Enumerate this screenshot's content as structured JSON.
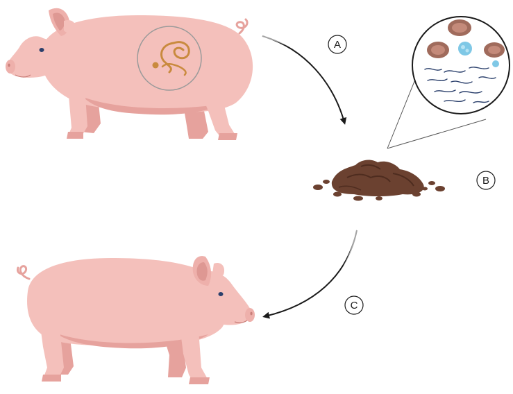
{
  "steps": [
    {
      "id": "A",
      "label": "A"
    },
    {
      "id": "B",
      "label": "B"
    },
    {
      "id": "C",
      "label": "C"
    }
  ],
  "colors": {
    "pig_body": "#f4c0bb",
    "pig_shade": "#e6a29d",
    "pig_outline": "#d99a94",
    "feces": "#6b4130",
    "feces_dark": "#4e2c1f",
    "worm": "#c98a3e",
    "egg_brown": "#a06b5c",
    "egg_blue": "#7fc8e6",
    "larva": "#2a3f6b",
    "arrow": "#1a1a1a",
    "magnifier_line": "#555555"
  },
  "icons": [
    "infected-pig",
    "adult-worm-lens",
    "feces-pile",
    "eggs-and-larvae-lens",
    "healthy-pig"
  ]
}
